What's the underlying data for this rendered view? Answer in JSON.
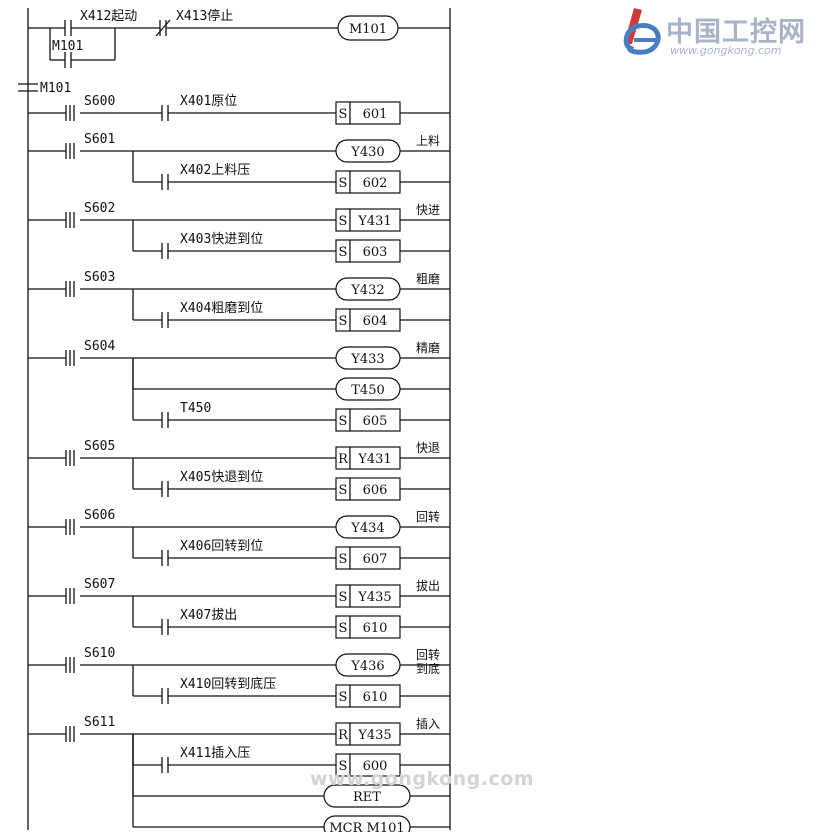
{
  "logo": {
    "brand_cn": "中国工控网",
    "url": "www.gongkong.com"
  },
  "watermark": "www.gongkong.com",
  "start_rung": {
    "start_contact": "X412起动",
    "stop_contact": "X413停止",
    "seal_contact": "M101",
    "coil": "M101",
    "mc_contact": "M101"
  },
  "rungs": [
    {
      "step": "S600",
      "branches": [
        {
          "contact": "X401原位",
          "coil": "601",
          "kind": "S",
          "note": ""
        }
      ]
    },
    {
      "step": "S601",
      "branches": [
        {
          "contact": "",
          "coil": "Y430",
          "kind": "O",
          "note": "上料"
        },
        {
          "contact": "X402上料压",
          "coil": "602",
          "kind": "S",
          "note": ""
        }
      ]
    },
    {
      "step": "S602",
      "branches": [
        {
          "contact": "",
          "coil": "Y431",
          "kind": "S",
          "note": "快进"
        },
        {
          "contact": "X403快进到位",
          "coil": "603",
          "kind": "S",
          "note": ""
        }
      ]
    },
    {
      "step": "S603",
      "branches": [
        {
          "contact": "",
          "coil": "Y432",
          "kind": "O",
          "note": "粗磨"
        },
        {
          "contact": "X404粗磨到位",
          "coil": "604",
          "kind": "S",
          "note": ""
        }
      ]
    },
    {
      "step": "S604",
      "branches": [
        {
          "contact": "",
          "coil": "Y433",
          "kind": "O",
          "note": "精磨"
        },
        {
          "contact": "",
          "coil": "T450",
          "kind": "O",
          "note": ""
        },
        {
          "contact": "T450",
          "coil": "605",
          "kind": "S",
          "note": ""
        }
      ]
    },
    {
      "step": "S605",
      "branches": [
        {
          "contact": "",
          "coil": "Y431",
          "kind": "R",
          "note": "快退"
        },
        {
          "contact": "X405快退到位",
          "coil": "606",
          "kind": "S",
          "note": ""
        }
      ]
    },
    {
      "step": "S606",
      "branches": [
        {
          "contact": "",
          "coil": "Y434",
          "kind": "O",
          "note": "回转"
        },
        {
          "contact": "X406回转到位",
          "coil": "607",
          "kind": "S",
          "note": ""
        }
      ]
    },
    {
      "step": "S607",
      "branches": [
        {
          "contact": "",
          "coil": "Y435",
          "kind": "S",
          "note": "拔出"
        },
        {
          "contact": "X407拔出",
          "coil": "610",
          "kind": "S",
          "note": ""
        }
      ]
    },
    {
      "step": "S610",
      "branches": [
        {
          "contact": "",
          "coil": "Y436",
          "kind": "O",
          "note": "回转到底"
        },
        {
          "contact": "X410回转到底压",
          "coil": "610",
          "kind": "S",
          "note": ""
        }
      ]
    },
    {
      "step": "S611",
      "branches": [
        {
          "contact": "",
          "coil": "Y435",
          "kind": "R",
          "note": "插入"
        },
        {
          "contact": "X411插入压",
          "coil": "600",
          "kind": "S",
          "note": ""
        },
        {
          "contact": "",
          "coil": "RET",
          "kind": "O",
          "note": ""
        },
        {
          "contact": "",
          "coil": "MCR M101",
          "kind": "O",
          "note": ""
        }
      ]
    }
  ]
}
